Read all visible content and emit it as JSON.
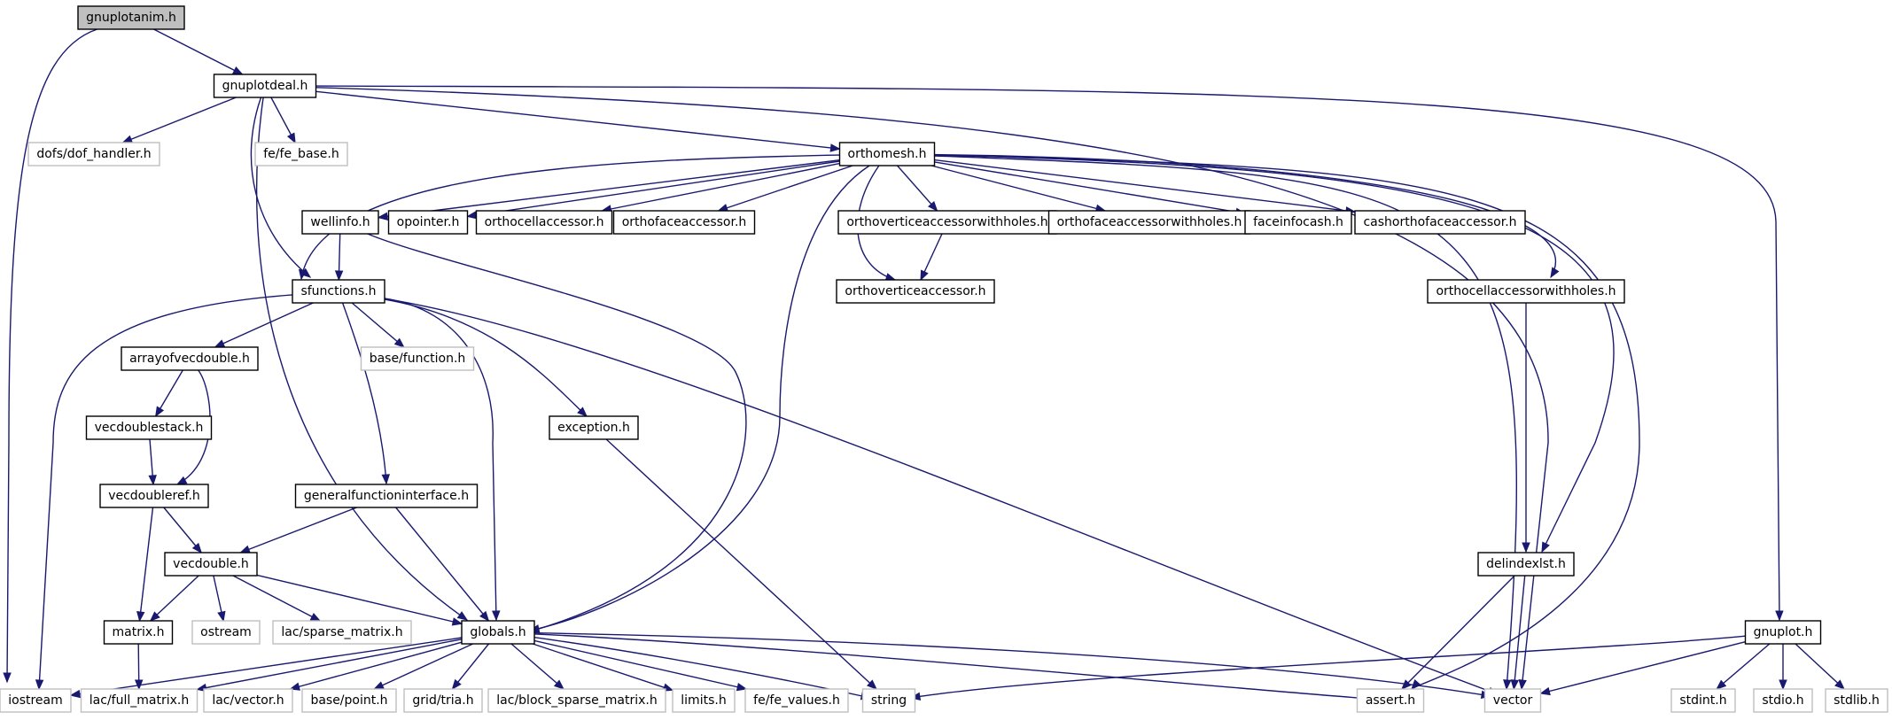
{
  "graph": {
    "kind": "include-dependency-graph",
    "colors": {
      "edge": "#191970",
      "root_fill": "#bfbfbf",
      "documented_border": "#000000",
      "external_border": "#bfbfbf",
      "text": "#000000"
    },
    "nodes": [
      {
        "id": "gnuplotanim",
        "label": "gnuplotanim.h",
        "style": "root"
      },
      {
        "id": "gnuplotdeal",
        "label": "gnuplotdeal.h",
        "style": "documented"
      },
      {
        "id": "dof_handler",
        "label": "dofs/dof_handler.h",
        "style": "external"
      },
      {
        "id": "fe_base",
        "label": "fe/fe_base.h",
        "style": "external"
      },
      {
        "id": "orthomesh",
        "label": "orthomesh.h",
        "style": "documented"
      },
      {
        "id": "wellinfo",
        "label": "wellinfo.h",
        "style": "documented"
      },
      {
        "id": "opointer",
        "label": "opointer.h",
        "style": "documented"
      },
      {
        "id": "orthocellaccessor",
        "label": "orthocellaccessor.h",
        "style": "documented"
      },
      {
        "id": "orthofaceaccessor",
        "label": "orthofaceaccessor.h",
        "style": "documented"
      },
      {
        "id": "orthoverticeaccessorwithholes",
        "label": "orthoverticeaccessorwithholes.h",
        "style": "documented"
      },
      {
        "id": "orthofaceaccessorwithholes",
        "label": "orthofaceaccessorwithholes.h",
        "style": "documented"
      },
      {
        "id": "faceinfocash",
        "label": "faceinfocash.h",
        "style": "documented"
      },
      {
        "id": "cashorthofaceaccessor",
        "label": "cashorthofaceaccessor.h",
        "style": "documented"
      },
      {
        "id": "sfunctions",
        "label": "sfunctions.h",
        "style": "documented"
      },
      {
        "id": "orthoverticeaccessor",
        "label": "orthoverticeaccessor.h",
        "style": "documented"
      },
      {
        "id": "orthocellaccessorwithholes",
        "label": "orthocellaccessorwithholes.h",
        "style": "documented"
      },
      {
        "id": "arrayofvecdouble",
        "label": "arrayofvecdouble.h",
        "style": "documented"
      },
      {
        "id": "base_function",
        "label": "base/function.h",
        "style": "external"
      },
      {
        "id": "vecdoublestack",
        "label": "vecdoublestack.h",
        "style": "documented"
      },
      {
        "id": "exception",
        "label": "exception.h",
        "style": "documented"
      },
      {
        "id": "vecdoubleref",
        "label": "vecdoubleref.h",
        "style": "documented"
      },
      {
        "id": "generalfunctioninterface",
        "label": "generalfunctioninterface.h",
        "style": "documented"
      },
      {
        "id": "vecdouble",
        "label": "vecdouble.h",
        "style": "documented"
      },
      {
        "id": "delindexlst",
        "label": "delindexlst.h",
        "style": "documented"
      },
      {
        "id": "matrix",
        "label": "matrix.h",
        "style": "documented"
      },
      {
        "id": "ostream",
        "label": "ostream",
        "style": "external"
      },
      {
        "id": "lac_sparse_matrix",
        "label": "lac/sparse_matrix.h",
        "style": "external"
      },
      {
        "id": "globals",
        "label": "globals.h",
        "style": "documented"
      },
      {
        "id": "gnuplot",
        "label": "gnuplot.h",
        "style": "documented"
      },
      {
        "id": "iostream",
        "label": "iostream",
        "style": "external"
      },
      {
        "id": "lac_full_matrix",
        "label": "lac/full_matrix.h",
        "style": "external"
      },
      {
        "id": "lac_vector",
        "label": "lac/vector.h",
        "style": "external"
      },
      {
        "id": "base_point",
        "label": "base/point.h",
        "style": "external"
      },
      {
        "id": "grid_tria",
        "label": "grid/tria.h",
        "style": "external"
      },
      {
        "id": "lac_block_sparse_matrix",
        "label": "lac/block_sparse_matrix.h",
        "style": "external"
      },
      {
        "id": "limits",
        "label": "limits.h",
        "style": "external"
      },
      {
        "id": "fe_values",
        "label": "fe/fe_values.h",
        "style": "external"
      },
      {
        "id": "string",
        "label": "string",
        "style": "external"
      },
      {
        "id": "assert",
        "label": "assert.h",
        "style": "external"
      },
      {
        "id": "vector",
        "label": "vector",
        "style": "external"
      },
      {
        "id": "stdint",
        "label": "stdint.h",
        "style": "external"
      },
      {
        "id": "stdio",
        "label": "stdio.h",
        "style": "external"
      },
      {
        "id": "stdlib",
        "label": "stdlib.h",
        "style": "external"
      }
    ],
    "edges": [
      [
        "gnuplotanim",
        "gnuplotdeal"
      ],
      [
        "gnuplotanim",
        "iostream"
      ],
      [
        "gnuplotdeal",
        "dof_handler"
      ],
      [
        "gnuplotdeal",
        "fe_base"
      ],
      [
        "gnuplotdeal",
        "orthomesh"
      ],
      [
        "gnuplotdeal",
        "sfunctions"
      ],
      [
        "gnuplotdeal",
        "globals"
      ],
      [
        "gnuplotdeal",
        "vector"
      ],
      [
        "gnuplotdeal",
        "gnuplot"
      ],
      [
        "orthomesh",
        "wellinfo"
      ],
      [
        "orthomesh",
        "opointer"
      ],
      [
        "orthomesh",
        "orthocellaccessor"
      ],
      [
        "orthomesh",
        "orthofaceaccessor"
      ],
      [
        "orthomesh",
        "orthoverticeaccessorwithholes"
      ],
      [
        "orthomesh",
        "orthofaceaccessorwithholes"
      ],
      [
        "orthomesh",
        "faceinfocash"
      ],
      [
        "orthomesh",
        "cashorthofaceaccessor"
      ],
      [
        "orthomesh",
        "sfunctions"
      ],
      [
        "orthomesh",
        "orthoverticeaccessor"
      ],
      [
        "orthomesh",
        "orthocellaccessorwithholes"
      ],
      [
        "orthomesh",
        "delindexlst"
      ],
      [
        "orthomesh",
        "globals"
      ],
      [
        "orthomesh",
        "vector"
      ],
      [
        "orthomesh",
        "assert"
      ],
      [
        "wellinfo",
        "sfunctions"
      ],
      [
        "wellinfo",
        "globals"
      ],
      [
        "orthoverticeaccessorwithholes",
        "orthoverticeaccessor"
      ],
      [
        "orthocellaccessorwithholes",
        "delindexlst"
      ],
      [
        "sfunctions",
        "arrayofvecdouble"
      ],
      [
        "sfunctions",
        "base_function"
      ],
      [
        "sfunctions",
        "exception"
      ],
      [
        "sfunctions",
        "generalfunctioninterface"
      ],
      [
        "sfunctions",
        "globals"
      ],
      [
        "sfunctions",
        "iostream"
      ],
      [
        "sfunctions",
        "vector"
      ],
      [
        "arrayofvecdouble",
        "vecdoublestack"
      ],
      [
        "arrayofvecdouble",
        "vecdoubleref"
      ],
      [
        "vecdoublestack",
        "vecdoubleref"
      ],
      [
        "vecdoubleref",
        "vecdouble"
      ],
      [
        "vecdoubleref",
        "matrix"
      ],
      [
        "generalfunctioninterface",
        "vecdouble"
      ],
      [
        "generalfunctioninterface",
        "globals"
      ],
      [
        "vecdouble",
        "matrix"
      ],
      [
        "vecdouble",
        "ostream"
      ],
      [
        "vecdouble",
        "lac_sparse_matrix"
      ],
      [
        "vecdouble",
        "globals"
      ],
      [
        "matrix",
        "lac_full_matrix"
      ],
      [
        "exception",
        "string"
      ],
      [
        "delindexlst",
        "assert"
      ],
      [
        "delindexlst",
        "vector"
      ],
      [
        "globals",
        "iostream"
      ],
      [
        "globals",
        "lac_full_matrix"
      ],
      [
        "globals",
        "lac_vector"
      ],
      [
        "globals",
        "base_point"
      ],
      [
        "globals",
        "grid_tria"
      ],
      [
        "globals",
        "lac_block_sparse_matrix"
      ],
      [
        "globals",
        "limits"
      ],
      [
        "globals",
        "fe_values"
      ],
      [
        "globals",
        "string"
      ],
      [
        "globals",
        "assert"
      ],
      [
        "globals",
        "vector"
      ],
      [
        "gnuplot",
        "string"
      ],
      [
        "gnuplot",
        "vector"
      ],
      [
        "gnuplot",
        "stdint"
      ],
      [
        "gnuplot",
        "stdio"
      ],
      [
        "gnuplot",
        "stdlib"
      ]
    ]
  }
}
